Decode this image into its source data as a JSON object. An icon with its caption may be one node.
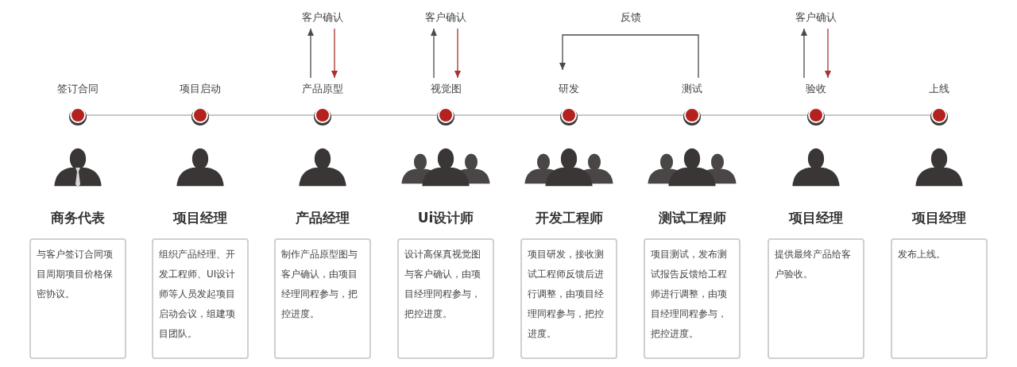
{
  "diagram": {
    "nodes": [
      {
        "text": [
          "客户确认"
        ]
      },
      {
        "text": [
          "客户确认"
        ]
      },
      {
        "text": [
          "客户确认"
        ]
      },
      {
        "text": [
          "签订合同"
        ]
      },
      {
        "text": [
          "项目启动"
        ]
      },
      {
        "text": [
          "产品原型"
        ]
      },
      {
        "text": [
          "视觉图"
        ]
      },
      {
        "text": [
          "研发"
        ]
      },
      {
        "text": [
          "测试"
        ]
      },
      {
        "text": [
          "验收"
        ]
      },
      {
        "text": [
          "上线"
        ]
      },
      {
        "text": [],
        "shape": "circle"
      },
      {
        "text": [],
        "shape": "circle"
      },
      {
        "text": [],
        "shape": "circle"
      },
      {
        "text": [],
        "shape": "circle"
      },
      {
        "text": [],
        "shape": "circle"
      },
      {
        "text": [],
        "shape": "circle"
      },
      {
        "text": [],
        "shape": "circle"
      },
      {
        "text": [],
        "shape": "circle"
      },
      {
        "text": [
          "商务代表",
          "与客户签订合同项目周期项目价格保密协议。"
        ]
      },
      {
        "text": [
          "项目经理",
          "组织产品经理、开发工程师、UI设计师等人员发起项目启动会议，组建项目团队。"
        ]
      },
      {
        "text": [
          "产品经理",
          "制作产品原型图与客户确认，由项目经理同程参与，把控进度。"
        ]
      },
      {
        "text": [
          "Ui设计师",
          "设计高保真视觉图与客户确认，由项目经理同程参与，把控进度。"
        ]
      },
      {
        "text": [
          "开发工程师",
          "项目研发，接收测试工程师反馈后进行调整，由项目经理同程参与，把控进度。"
        ]
      },
      {
        "text": [
          "测试工程师",
          "项目测试，发布测试报告反馈给工程师进行调整，由项目经理同程参与，把控进度。"
        ]
      },
      {
        "text": [
          "项目经理",
          "提供最终产品给客户验收。"
        ]
      },
      {
        "text": [
          "项目经理",
          "发布上线。"
        ]
      }
    ],
    "edges": [
      {
        "from": 11,
        "to": 12,
        "arrow": "none",
        "color": "#c8c8c8"
      },
      {
        "from": 12,
        "to": 13,
        "arrow": "none",
        "color": "#c8c8c8"
      },
      {
        "from": 13,
        "to": 14,
        "arrow": "none",
        "color": "#c8c8c8"
      },
      {
        "from": 14,
        "to": 15,
        "arrow": "none",
        "color": "#c8c8c8"
      },
      {
        "from": 15,
        "to": 16,
        "arrow": "none",
        "color": "#c8c8c8"
      },
      {
        "from": 16,
        "to": 17,
        "arrow": "none",
        "color": "#c8c8c8"
      },
      {
        "from": 17,
        "to": 18,
        "arrow": "none",
        "color": "#c8c8c8"
      },
      {
        "from": 5,
        "to": 0,
        "arrow": "to",
        "color": "#4a4a4a"
      },
      {
        "from": 0,
        "to": 5,
        "arrow": "to",
        "color": "#a8322e"
      },
      {
        "from": 6,
        "to": 1,
        "arrow": "to",
        "color": "#4a4a4a"
      },
      {
        "from": 1,
        "to": 6,
        "arrow": "to",
        "color": "#a8322e"
      },
      {
        "from": 8,
        "to": 7,
        "arrow": "to",
        "label": "反馈",
        "color": "#4a4a4a"
      },
      {
        "from": 9,
        "to": 2,
        "arrow": "to",
        "color": "#4a4a4a"
      },
      {
        "from": 2,
        "to": 9,
        "arrow": "to",
        "color": "#a8322e"
      }
    ]
  }
}
